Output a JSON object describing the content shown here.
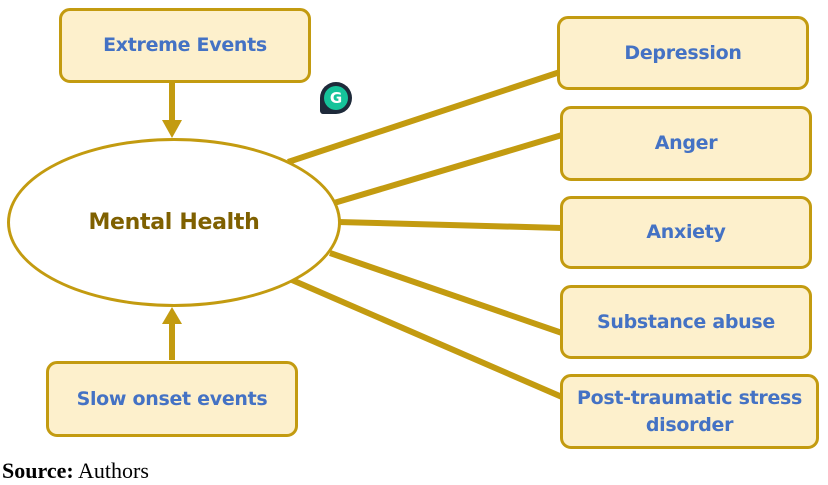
{
  "center": {
    "label": "Mental Health"
  },
  "causes": [
    {
      "label": "Extreme Events"
    },
    {
      "label": "Slow onset events"
    }
  ],
  "effects": [
    {
      "label": "Depression"
    },
    {
      "label": "Anger"
    },
    {
      "label": "Anxiety"
    },
    {
      "label": "Substance abuse"
    },
    {
      "label": "Post-traumatic stress disorder"
    }
  ],
  "source": {
    "prefix": "Source:",
    "value": "Authors"
  },
  "overlay_icon": "grammarly-icon",
  "colors": {
    "border": "#c39b10",
    "box_fill": "#fdf0cc",
    "box_text": "#4472c4",
    "center_text": "#7f6000"
  }
}
